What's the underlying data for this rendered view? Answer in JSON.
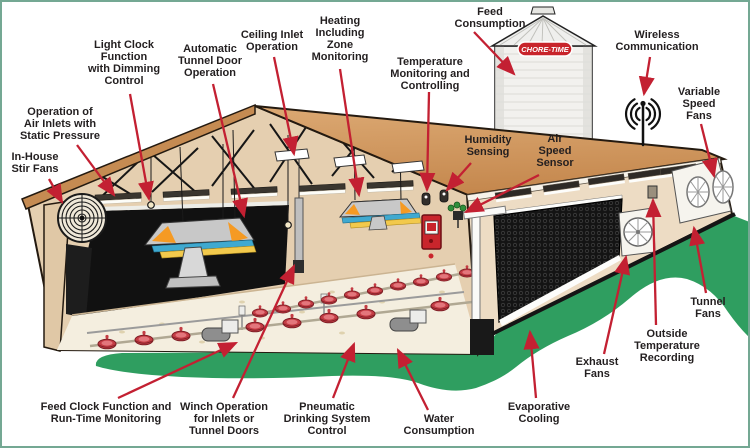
{
  "diagram": {
    "silo_brand": "CHORE-TIME",
    "colors": {
      "arrow_red": "#C32032",
      "brand_red": "#C8242B",
      "grass_green": "#2F9E60",
      "roof_brown": "#CE9159",
      "wall_tan": "#E9D6BB",
      "border_teal": "#74A893"
    },
    "labels": [
      {
        "id": "light-clock-function",
        "text": "Light Clock\nFunction\nwith Dimming\nControl"
      },
      {
        "id": "automatic-tunnel-door",
        "text": "Automatic\nTunnel Door\nOperation"
      },
      {
        "id": "ceiling-inlet-operation",
        "text": "Ceiling Inlet\nOperation"
      },
      {
        "id": "heating-zone-monitoring",
        "text": "Heating\nIncluding\nZone\nMonitoring"
      },
      {
        "id": "feed-consumption",
        "text": "Feed\nConsumption"
      },
      {
        "id": "wireless-communication",
        "text": "Wireless\nCommunication"
      },
      {
        "id": "temperature-monitoring",
        "text": "Temperature\nMonitoring and\nControlling"
      },
      {
        "id": "humidity-sensing",
        "text": "Humidity\nSensing"
      },
      {
        "id": "air-speed-sensor",
        "text": "Air\nSpeed\nSensor"
      },
      {
        "id": "variable-speed-fans",
        "text": "Variable\nSpeed\nFans"
      },
      {
        "id": "operation-of-air-inlets",
        "text": "Operation of\nAir Inlets with\nStatic Pressure"
      },
      {
        "id": "in-house-stir-fans",
        "text": "In-House\nStir Fans"
      },
      {
        "id": "tunnel-fans",
        "text": "Tunnel\nFans"
      },
      {
        "id": "outside-temperature-recording",
        "text": "Outside\nTemperature\nRecording"
      },
      {
        "id": "exhaust-fans",
        "text": "Exhaust\nFans"
      },
      {
        "id": "evaporative-cooling",
        "text": "Evaporative\nCooling"
      },
      {
        "id": "water-consumption",
        "text": "Water\nConsumption"
      },
      {
        "id": "pneumatic-drinking-system",
        "text": "Pneumatic\nDrinking System\nControl"
      },
      {
        "id": "winch-operation",
        "text": "Winch Operation\nfor Inlets or\nTunnel Doors"
      },
      {
        "id": "feed-clock-function",
        "text": "Feed Clock Function and\nRun-Time Monitoring"
      }
    ]
  }
}
